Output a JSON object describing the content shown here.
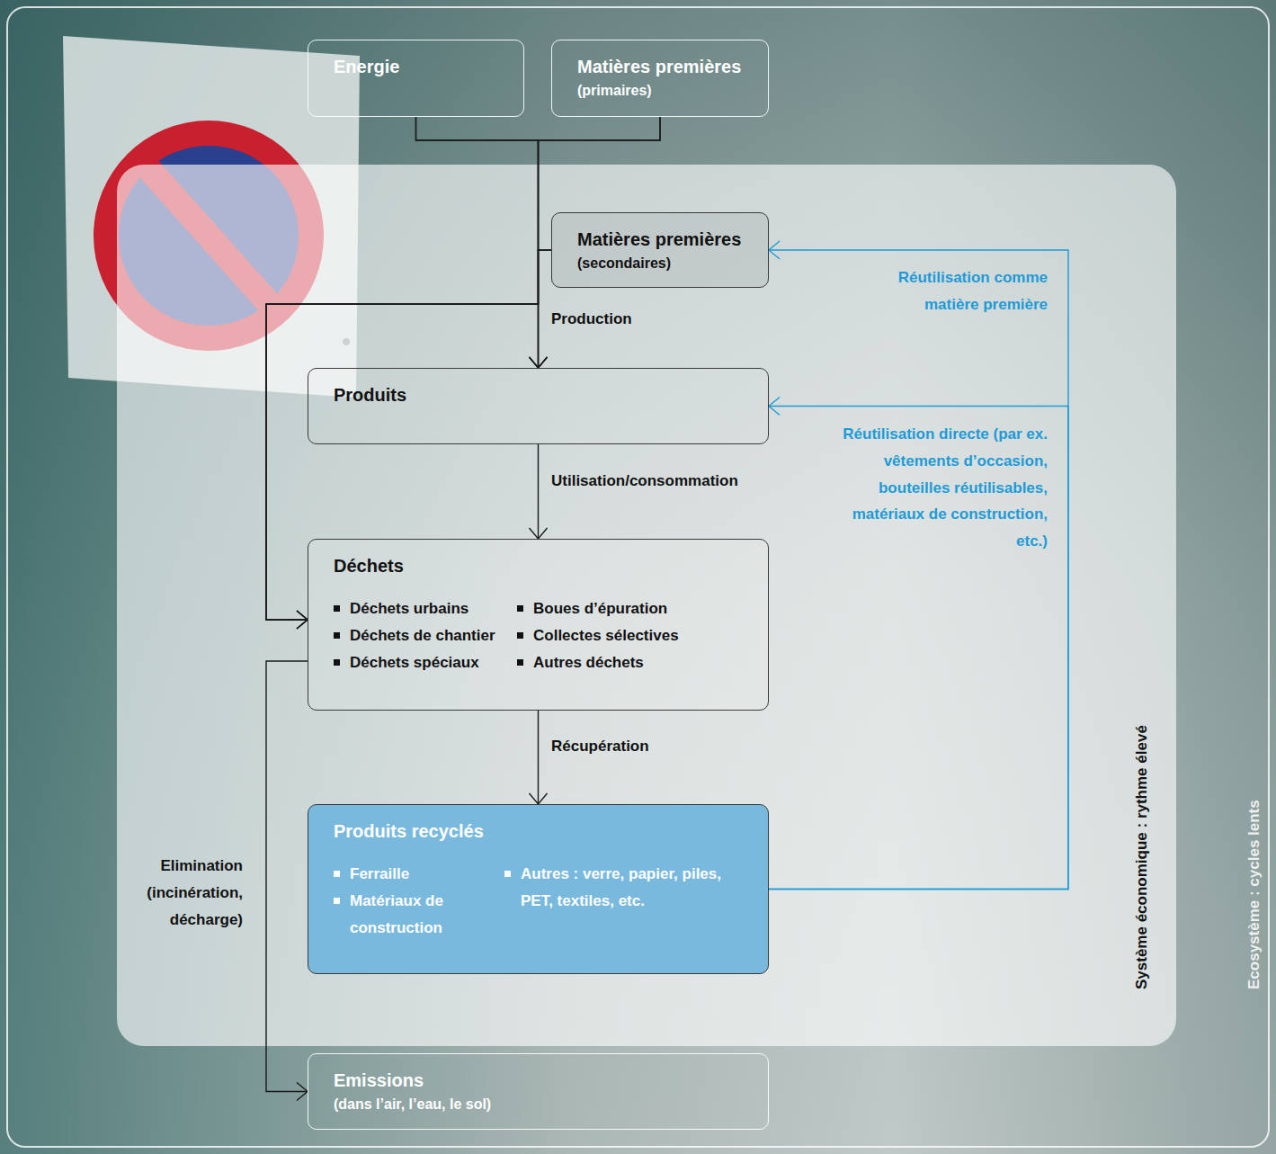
{
  "diagram": {
    "nodes": [
      {
        "text": [
          "Energie"
        ]
      },
      {
        "text": [
          "Matières premières",
          "(primaires)"
        ]
      },
      {
        "text": [
          "Système économique : rythme élevé"
        ]
      },
      {
        "text": [
          "Matières premières",
          "(secondaires)"
        ],
        "in": 2
      },
      {
        "text": [
          "Produits"
        ],
        "in": 2
      },
      {
        "text": [
          "Déchets",
          "Déchets urbains",
          "Déchets de chantier",
          "Déchets spéciaux",
          "Boues d’épuration",
          "Collectes sélectives",
          "Autres déchets"
        ],
        "in": 2
      },
      {
        "text": [
          "Produits recyclés",
          "Ferraille",
          "Matériaux de construction",
          "Autres : verre, papier, piles, PET, textiles, etc."
        ],
        "in": 2
      },
      {
        "text": [
          "Emissions",
          "(dans l’air, l’eau, le sol)"
        ]
      }
    ],
    "edges": [
      {
        "from": 0,
        "to": 4,
        "label": "Production",
        "arrow": "to"
      },
      {
        "from": 1,
        "to": 4,
        "arrow": "to"
      },
      {
        "from": 3,
        "to": 4,
        "arrow": "to"
      },
      {
        "from": 0,
        "to": 5,
        "arrow": "to"
      },
      {
        "from": 1,
        "to": 5,
        "arrow": "to"
      },
      {
        "from": 3,
        "to": 5,
        "arrow": "to"
      },
      {
        "from": 4,
        "to": 5,
        "label": "Utilisation/consommation",
        "arrow": "to"
      },
      {
        "from": 5,
        "to": 6,
        "label": "Récupération",
        "arrow": "to"
      },
      {
        "from": 6,
        "to": 3,
        "label": "Réutilisation comme matière première",
        "arrow": "to"
      },
      {
        "from": 6,
        "to": 4,
        "label": "Réutilisation directe (par ex. vêtements d’occasion, bouteilles réutilisables, matériaux de construction, etc.)",
        "arrow": "to"
      },
      {
        "from": 5,
        "to": 7,
        "label": "Elimination (incinération, décharge)",
        "arrow": "to"
      }
    ],
    "labels": [
      "Ecosystème : cycles lents"
    ]
  }
}
